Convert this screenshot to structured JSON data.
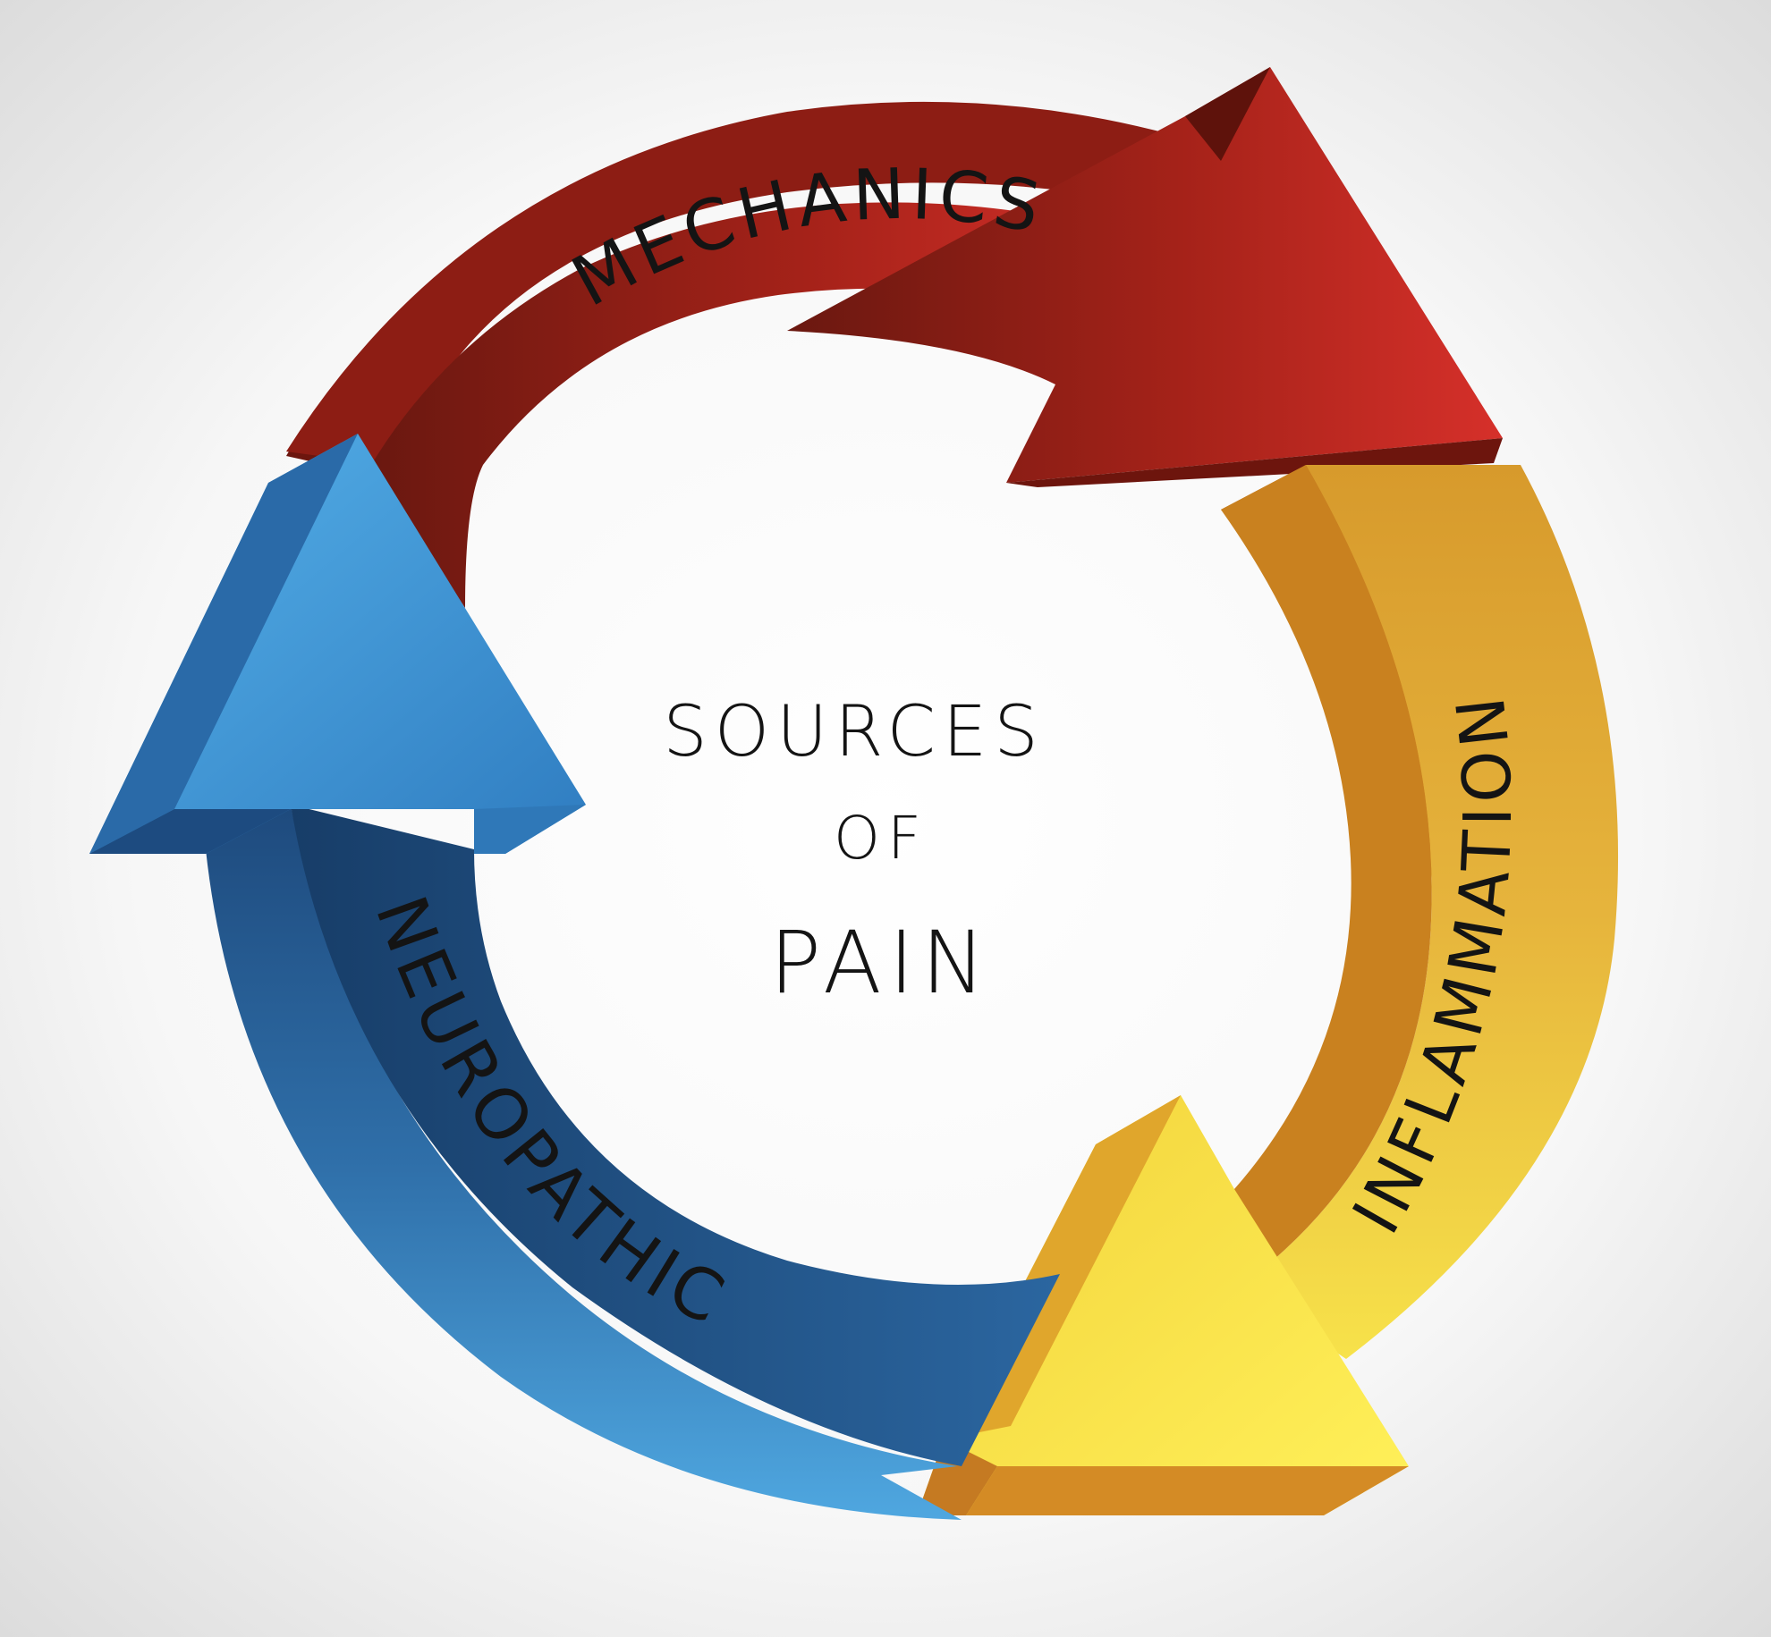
{
  "center": {
    "line1": "SOURCES",
    "line2": "OF",
    "line3": "PAIN"
  },
  "segments": [
    {
      "label": "MECHANICS",
      "color": "#b5241e"
    },
    {
      "label": "INFLAMMATION",
      "color": "#e6b12e"
    },
    {
      "label": "NEUROPATHIC",
      "color": "#3b8ccf"
    }
  ]
}
